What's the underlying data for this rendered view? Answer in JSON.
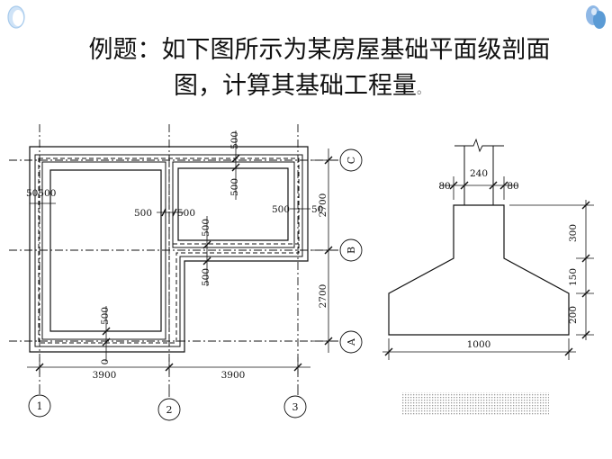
{
  "title": {
    "line1": "例题：如下图所示为某房屋基础平面级剖面",
    "line2": "图，计算其基础工程量",
    "end_mark": "。"
  },
  "plan": {
    "axes": {
      "a1": "1",
      "a2": "2",
      "a3": "3",
      "aA": "A",
      "aB": "B",
      "aC": "C"
    },
    "dims": {
      "bottom_1_2": "3900",
      "bottom_2_3": "3900",
      "right_A_B": "2700",
      "right_B_C": "2700",
      "left_width": "50500",
      "top_vertical": "500",
      "room2_inner": "500",
      "mid_left": "500",
      "mid_right": "500",
      "room2_right": "500",
      "right_cut": "50",
      "step_vert_top": "500",
      "step_vert_bottom": "500",
      "bottom_vert": "500",
      "bottom_zero": "0"
    }
  },
  "section": {
    "dims": {
      "wall": "240",
      "left_off": "80",
      "right_off": "80",
      "h_top": "300",
      "h_mid": "150",
      "h_bot": "200",
      "base_width": "1000"
    }
  },
  "colors": {
    "accent": "#5b9bd5",
    "line": "#111111"
  }
}
